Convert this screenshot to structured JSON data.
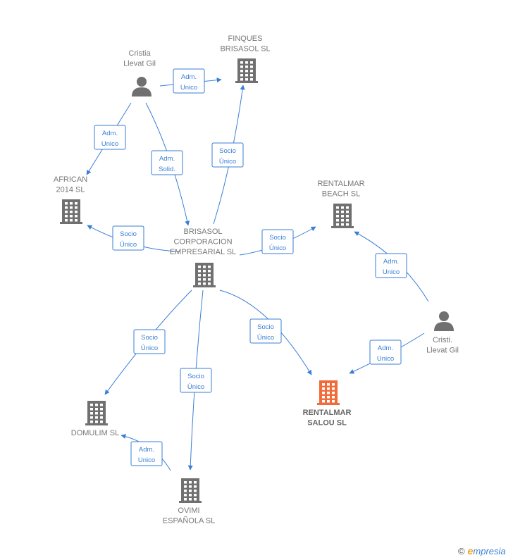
{
  "colors": {
    "edge": "#3a7fd5",
    "company": "#707070",
    "highlight": "#f26b3a",
    "person": "#707070"
  },
  "nodes": [
    {
      "id": "cristia",
      "type": "person",
      "label": [
        "Cristia",
        "Llevat Gil"
      ]
    },
    {
      "id": "finques",
      "type": "company",
      "label": [
        "FINQUES",
        "BRISASOL  SL"
      ]
    },
    {
      "id": "african",
      "type": "company",
      "label": [
        "AFRICAN",
        "2014  SL"
      ]
    },
    {
      "id": "brisasol",
      "type": "company",
      "label": [
        "BRISASOL",
        "CORPORACION",
        "EMPRESARIAL SL"
      ]
    },
    {
      "id": "rentbeach",
      "type": "company",
      "label": [
        "RENTALMAR",
        "BEACH  SL"
      ]
    },
    {
      "id": "cristi",
      "type": "person",
      "label": [
        "Cristi.",
        "Llevat Gil"
      ]
    },
    {
      "id": "domulim",
      "type": "company",
      "label": [
        "DOMULIM  SL"
      ]
    },
    {
      "id": "rentsalou",
      "type": "company",
      "highlight": true,
      "label": [
        "RENTALMAR",
        "SALOU  SL"
      ]
    },
    {
      "id": "ovimi",
      "type": "company",
      "label": [
        "OVIMI",
        "ESPAÑOLA SL"
      ]
    }
  ],
  "edges": [
    {
      "id": "e1",
      "from": "cristia",
      "to": "finques",
      "label": [
        "Adm.",
        "Unico"
      ]
    },
    {
      "id": "e2",
      "from": "cristia",
      "to": "african",
      "label": [
        "Adm.",
        "Unico"
      ]
    },
    {
      "id": "e3",
      "from": "cristia",
      "to": "brisasol",
      "label": [
        "Adm.",
        "Solid."
      ]
    },
    {
      "id": "e4",
      "from": "brisasol",
      "to": "finques",
      "label": [
        "Socio",
        "Único"
      ]
    },
    {
      "id": "e5",
      "from": "brisasol",
      "to": "african",
      "label": [
        "Socio",
        "Único"
      ]
    },
    {
      "id": "e6",
      "from": "brisasol",
      "to": "rentbeach",
      "label": [
        "Socio",
        "Único"
      ]
    },
    {
      "id": "e7",
      "from": "cristi",
      "to": "rentbeach",
      "label": [
        "Adm.",
        "Unico"
      ]
    },
    {
      "id": "e8",
      "from": "brisasol",
      "to": "domulim",
      "label": [
        "Socio",
        "Único"
      ]
    },
    {
      "id": "e9",
      "from": "brisasol",
      "to": "ovimi",
      "label": [
        "Socio",
        "Único"
      ]
    },
    {
      "id": "e10",
      "from": "brisasol",
      "to": "rentsalou",
      "label": [
        "Socio",
        "Único"
      ]
    },
    {
      "id": "e11",
      "from": "cristi",
      "to": "rentsalou",
      "label": [
        "Adm.",
        "Unico"
      ]
    },
    {
      "id": "e12",
      "from": "ovimi",
      "to": "domulim",
      "label": [
        "Adm.",
        "Unico"
      ]
    }
  ],
  "copyright": {
    "symbol": "©",
    "brand_initial": "e",
    "brand_rest": "mpresia"
  }
}
